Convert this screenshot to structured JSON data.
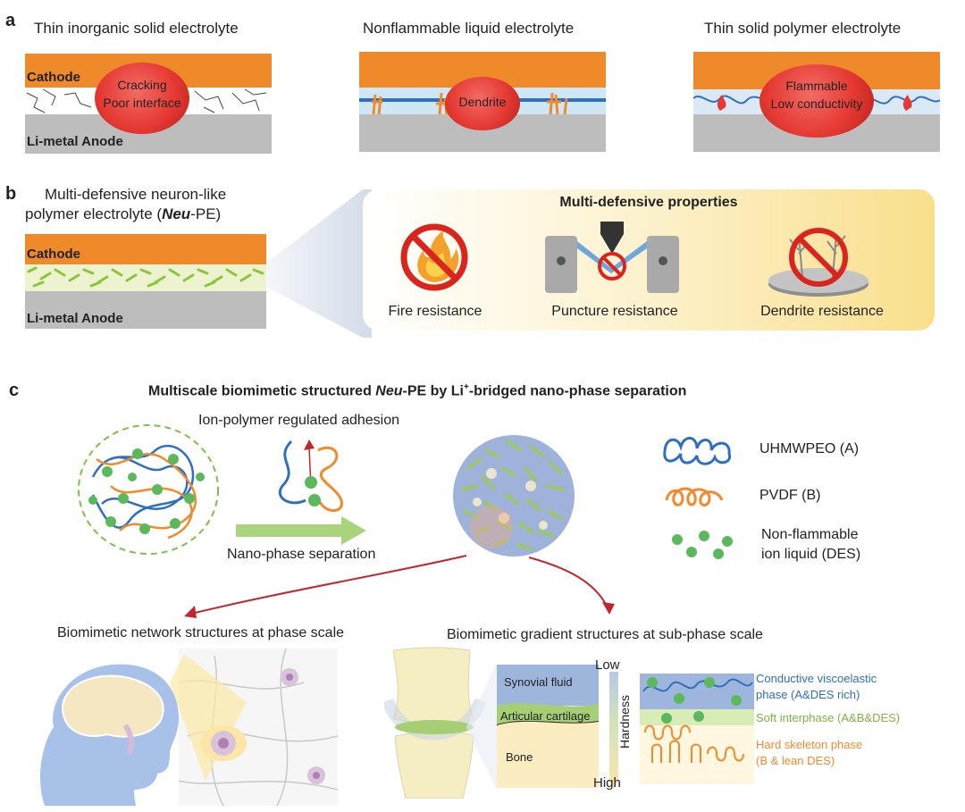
{
  "panel_a": {
    "letter": "a",
    "titles": [
      "Thin inorganic solid electrolyte",
      "Nonflammable liquid electrolyte",
      "Thin solid polymer electrolyte"
    ],
    "cathode": "Cathode",
    "anode": "Li-metal Anode",
    "issue1": [
      "Cracking",
      "Poor interface"
    ],
    "issue2": [
      "Dendrite"
    ],
    "issue3": [
      "Flammable",
      "Low conductivity"
    ]
  },
  "panel_b": {
    "letter": "b",
    "title_line1": "Multi-defensive neuron-like",
    "title_line2_pre": "polymer electrolyte (",
    "title_line2_em": "Neu",
    "title_line2_post": "-PE)",
    "cathode": "Cathode",
    "anode": "Li-metal Anode",
    "props_title": "Multi-defensive properties",
    "props": [
      "Fire resistance",
      "Puncture resistance",
      "Dendrite resistance"
    ]
  },
  "panel_c": {
    "letter": "c",
    "title_pre": "Multiscale biomimetic structured ",
    "title_em": "Neu",
    "title_mid": "-PE by Li",
    "title_sup": "+",
    "title_post": "-bridged  nano-phase separation",
    "adhesion": "Ion-polymer regulated adhesion",
    "separation": "Nano-phase separation",
    "legend": [
      "UHMWPEO (A)",
      "PVDF (B)",
      "Non-flammable",
      "ion liquid (DES)"
    ],
    "network_title": "Biomimetic network structures at phase scale",
    "gradient_title": "Biomimetic gradient structures at sub-phase scale",
    "layers": [
      "Synovial fluid",
      "Articular cartilage",
      "Bone"
    ],
    "hardness": "Hardness",
    "low": "Low",
    "high": "High",
    "phases": [
      "Conductive viscoelastic",
      "phase (A&DES rich)",
      "Soft interphase (A&B&DES)",
      "Hard skeleton phase",
      "(B & lean DES)"
    ]
  },
  "colors": {
    "cathode": "#ee8a2a",
    "anode": "#bdbdbd",
    "pvdf": "#f08a2c",
    "peo": "#2f6fc0",
    "des": "#5cb85c",
    "warning": "#d9251d",
    "panel_bg": "#fbeab0"
  }
}
